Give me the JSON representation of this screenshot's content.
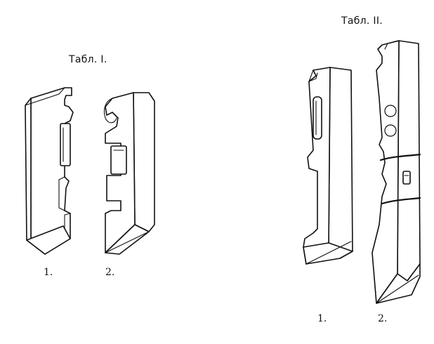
{
  "plates": [
    {
      "title": "Табл. I.",
      "figures": [
        {
          "label": "1.",
          "icon": "bracket-piece-1-icon"
        },
        {
          "label": "2.",
          "icon": "hooked-bracket-piece-2-icon"
        }
      ]
    },
    {
      "title": "Табл. II.",
      "figures": [
        {
          "label": "1.",
          "icon": "slotted-bracket-piece-1-icon"
        },
        {
          "label": "2.",
          "icon": "bound-bracket-piece-2-icon"
        }
      ]
    }
  ],
  "colors": {
    "ink": "#111111",
    "paper": "#ffffff"
  }
}
